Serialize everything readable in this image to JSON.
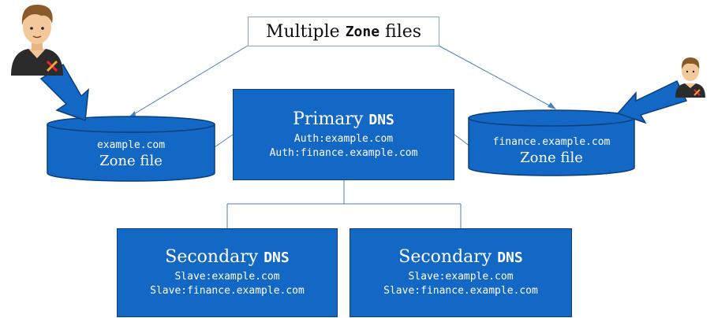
{
  "title": {
    "prefix": "Multiple ",
    "mono": "Zone",
    "suffix": " files"
  },
  "primary": {
    "head": "Primary ",
    "head_mono": "DNS",
    "lines": [
      "Auth:example.com",
      "Auth:finance.example.com"
    ]
  },
  "secondaries": [
    {
      "head": "Secondary ",
      "head_mono": "DNS",
      "lines": [
        "Slave:example.com",
        "Slave:finance.example.com"
      ]
    },
    {
      "head": "Secondary ",
      "head_mono": "DNS",
      "lines": [
        "Slave:example.com",
        "Slave:finance.example.com"
      ]
    }
  ],
  "zone_files": [
    {
      "domain": "example.com",
      "label": "Zone file"
    },
    {
      "domain": "finance.example.com",
      "label": "Zone file"
    }
  ],
  "icons": [
    "admin-user-icon",
    "admin-user-small-icon",
    "arrow-icon"
  ],
  "colors": {
    "box_fill": "#1268c4",
    "box_border": "#0b3f7a",
    "connector": "#4a7fb8",
    "arrow_fill": "#1268c4"
  }
}
